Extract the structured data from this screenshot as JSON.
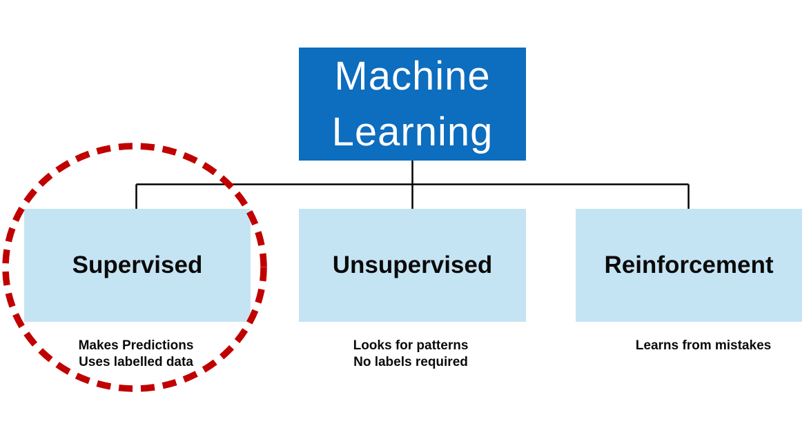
{
  "colors": {
    "background": "#FFFFFF",
    "root-fill": "#0D6DBE",
    "root-text": "#FFFFFF",
    "child-fill": "#C5E4F3",
    "text": "#0A0A0A",
    "line": "#000000",
    "highlight": "#C00000"
  },
  "diagram": {
    "root": {
      "label": "Machine Learning"
    },
    "children": [
      {
        "label": "Supervised",
        "notes": [
          "Makes Predictions",
          "Uses labelled data"
        ],
        "highlighted": true
      },
      {
        "label": "Unsupervised",
        "notes": [
          "Looks for patterns",
          "No labels required"
        ],
        "highlighted": false
      },
      {
        "label": "Reinforcement",
        "notes": [
          "Learns from mistakes"
        ],
        "highlighted": false
      }
    ]
  }
}
